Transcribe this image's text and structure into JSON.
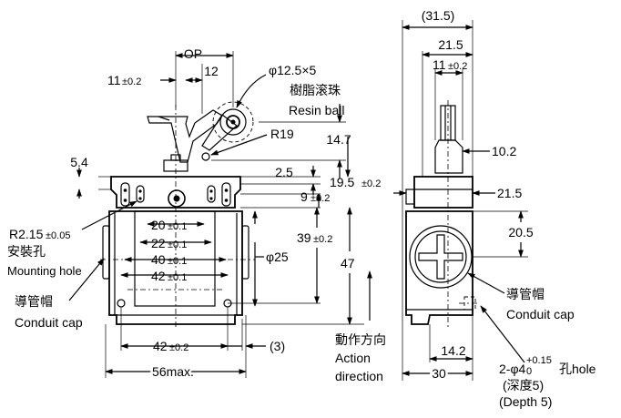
{
  "front": {
    "op": "OP",
    "dim_11": "11",
    "tol_02": "±0.2",
    "dim_12": "12",
    "roller_size": "φ12.5×5",
    "resin_cn": "樹脂滚珠",
    "resin_en": "Resin ball",
    "r19": "R19",
    "d147": "14.7",
    "d54": "5.4",
    "d25": "2.5",
    "d195": "19.5",
    "d9": "9",
    "r215": "R2.15",
    "tol_005": "±0.05",
    "mount_cn": "安裝孔",
    "mount_en": "Mounting hole",
    "d20": "20",
    "d22": "22",
    "d40": "40",
    "d42": "42",
    "tol_01": "±0.1",
    "phi25": "φ25",
    "d39": "39",
    "d47": "47",
    "conduit_cn": "導管帽",
    "conduit_en": "Conduit cap",
    "d42b": "42",
    "d3": "(3)",
    "d56": "56max.",
    "action_cn": "動作方向",
    "action_en1": "Action",
    "action_en2": "direction"
  },
  "side": {
    "d315": "(31.5)",
    "d215": "21.5",
    "d11": "11",
    "tol_02": "±0.2",
    "d102": "10.2",
    "d215b": "21.5",
    "d205": "20.5",
    "conduit_cn": "導管帽",
    "conduit_en": "Conduit cap",
    "d142": "14.2",
    "d30": "30",
    "hole_a": "2-φ4",
    "hole_tol_up": "+0.15",
    "hole_tol_dn": "0",
    "hole_b": "孔hole",
    "depth_cn": "(深度5)",
    "depth_en": "(Depth 5)"
  }
}
